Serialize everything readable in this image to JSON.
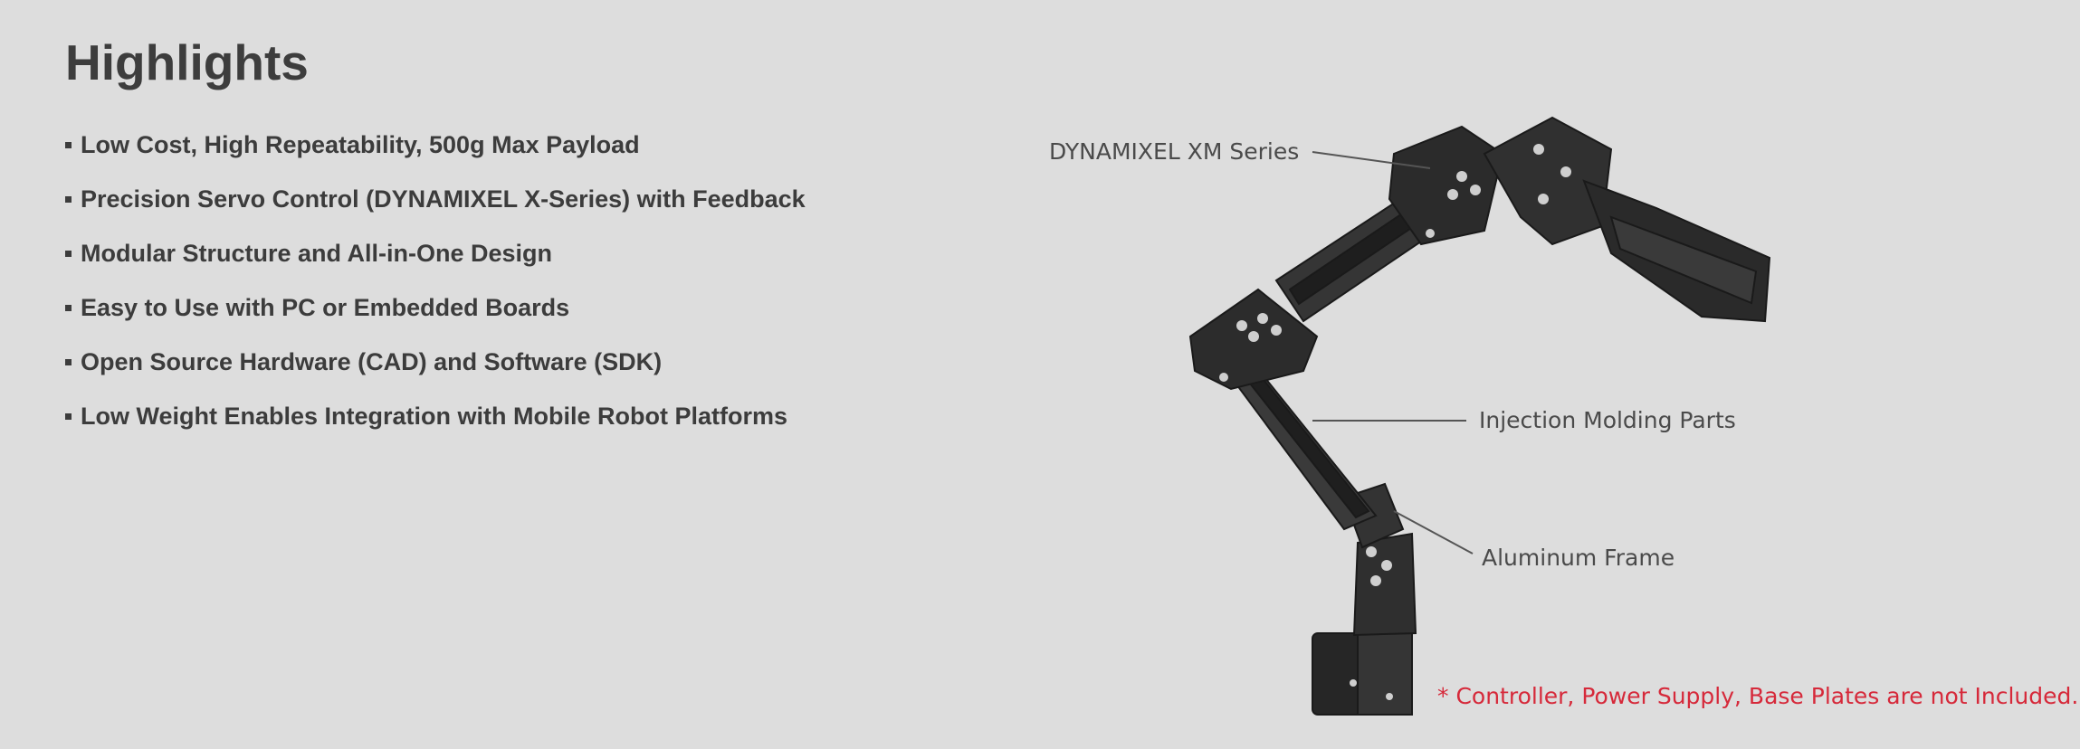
{
  "heading": "Highlights",
  "features": [
    "Low Cost, High Repeatability, 500g Max Payload",
    "Precision Servo Control (DYNAMIXEL X-Series) with Feedback",
    "Modular Structure and All-in-One Design",
    "Easy to Use with PC or Embedded Boards",
    "Open Source Hardware (CAD) and Software (SDK)",
    "Low Weight Enables Integration with Mobile Robot Platforms"
  ],
  "figure": {
    "callouts": {
      "servo": "DYNAMIXEL XM Series",
      "molding": "Injection Molding Parts",
      "frame": "Aluminum Frame"
    },
    "note": "* Controller, Power Supply, Base Plates are not Included.",
    "colors": {
      "background": "#dddddd",
      "text": "#3c3c3c",
      "note": "#d6293a",
      "robot": "#2a2a2a"
    }
  }
}
